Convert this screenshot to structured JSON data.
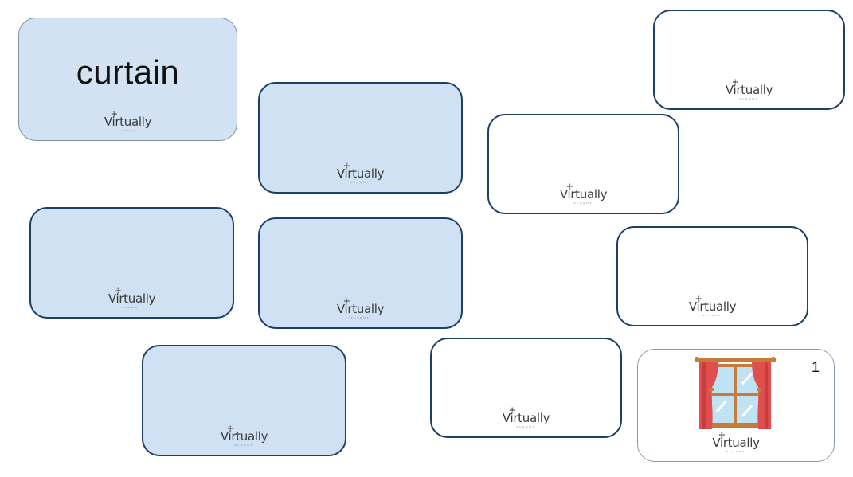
{
  "cards": {
    "word_card": {
      "word": "curtain"
    },
    "picture_card": {
      "number": "1",
      "icon": "curtain-window-icon"
    },
    "logo": {
      "brand": "Virtually",
      "tagline": "FLUENT"
    }
  },
  "colors": {
    "card_blue": "#cfe1f2",
    "card_border": "#1c3f68",
    "curtain_red": "#e04f4f",
    "window_frame": "#c87a3b",
    "glass": "#bfe3f5"
  }
}
